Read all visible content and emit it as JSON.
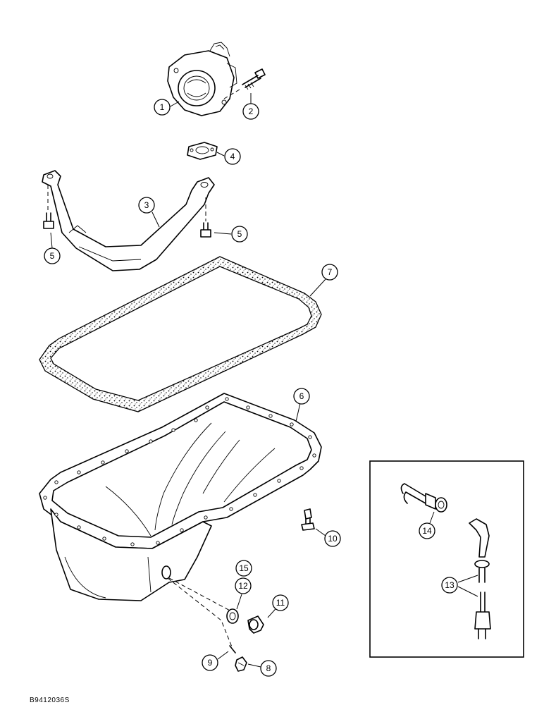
{
  "figure_code": "B9412036S",
  "callouts": [
    {
      "label": "1"
    },
    {
      "label": "2"
    },
    {
      "label": "3"
    },
    {
      "label": "4"
    },
    {
      "label": "5"
    },
    {
      "label": "5"
    },
    {
      "label": "6"
    },
    {
      "label": "7"
    },
    {
      "label": "8"
    },
    {
      "label": "9"
    },
    {
      "label": "10"
    },
    {
      "label": "11"
    },
    {
      "label": "12"
    },
    {
      "label": "13"
    },
    {
      "label": "14"
    },
    {
      "label": "15"
    }
  ]
}
